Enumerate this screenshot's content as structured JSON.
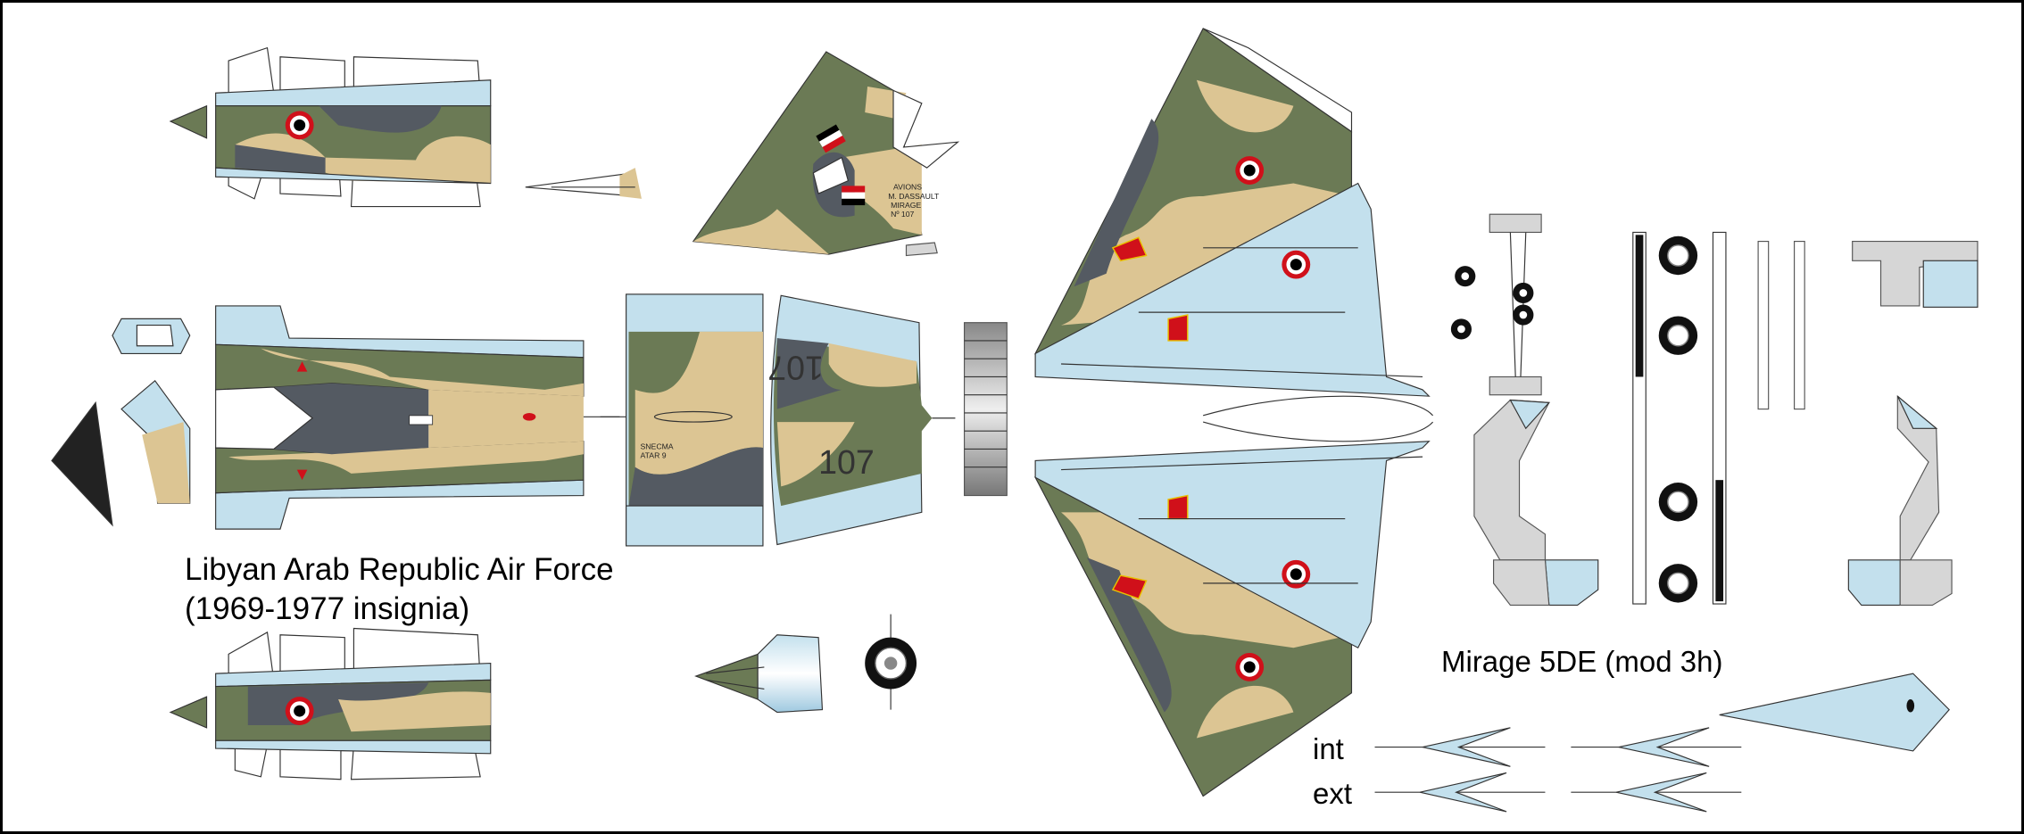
{
  "title": {
    "line1": "Libyan Arab Republic Air Force",
    "line2": "(1969-1977 insignia)"
  },
  "model_name": "Mirage 5DE (mod 3h)",
  "missile_labels": {
    "int": "int",
    "ext": "ext"
  },
  "markings": {
    "serial": "107",
    "engine_stencil_1": "SNECMA",
    "engine_stencil_2": "ATAR 9",
    "tail_stencil": [
      "AVIONS",
      "M. DASSAULT",
      "MIRAGE",
      "Nº 107"
    ]
  },
  "colors": {
    "camo_green": "#6b7a55",
    "camo_tan": "#dcc593",
    "camo_gray": "#545a62",
    "underside_blue": "#c3e0ed",
    "roundel_red": "#d0101a"
  }
}
